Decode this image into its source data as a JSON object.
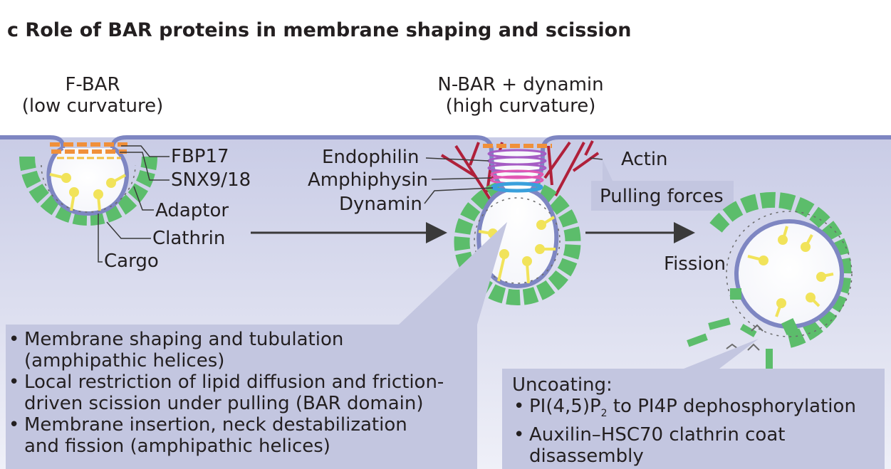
{
  "panel_letter": "c",
  "title": "Role of BAR proteins in membrane shaping and scission",
  "fbar": {
    "line1": "F-BAR",
    "line2": "(low curvature)"
  },
  "nbar": {
    "line1": "N-BAR + dynamin",
    "line2": "(high curvature)"
  },
  "labels": {
    "fbp17": "FBP17",
    "snx": "SNX9/18",
    "adaptor": "Adaptor",
    "clathrin": "Clathrin",
    "cargo": "Cargo",
    "endophilin": "Endophilin",
    "amphiphysin": "Amphiphysin",
    "dynamin": "Dynamin",
    "actin": "Actin",
    "pulling": "Pulling forces",
    "fission": "Fission"
  },
  "left_box": {
    "items": [
      {
        "line1": "Membrane shaping and tubulation",
        "line2": "(amphipathic helices)"
      },
      {
        "line1": "Local restriction of lipid diffusion and friction-",
        "line2": "driven scission under pulling (BAR domain)"
      },
      {
        "line1": "Membrane insertion, neck destabilization",
        "line2": "and fission (amphipathic helices)"
      }
    ]
  },
  "right_box": {
    "heading": "Uncoating:",
    "item1_pre": "PI(4,5)P",
    "item1_sub": "2",
    "item1_post": " to PI4P dephosphorylation",
    "item2_line1": "Auxilin–HSC70 clathrin coat",
    "item2_line2": "disassembly"
  },
  "colors": {
    "cytoplasm": "#d6d8ec",
    "membrane": "#7e86c2",
    "clathrin": "#5cbd6b",
    "cargo": "#f1e35a",
    "fbar": "#f0903a",
    "endophilin": "#a55cc4",
    "amphiphysin": "#e257b3",
    "dynamin": "#3aa0dc",
    "actin": "#b0203a",
    "callout": "#c3c6e0"
  }
}
